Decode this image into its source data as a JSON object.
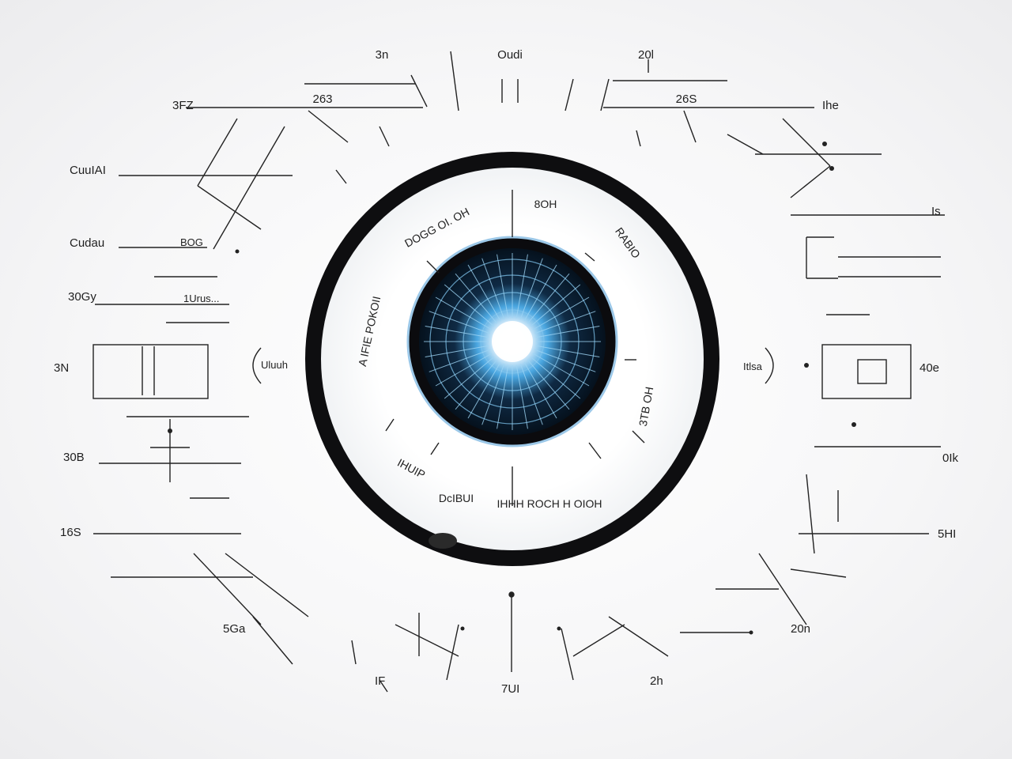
{
  "diagram": {
    "top_labels": {
      "top_left": "3n",
      "top_center": "Oudi",
      "top_right": "20l",
      "upper_left_bracket": "263",
      "upper_right_bracket": "26S"
    },
    "left_labels": {
      "l1": "3FZ",
      "l2": "CuuIAI",
      "l3": "Cudau",
      "l4": "30Gy",
      "l5": "3N",
      "l6": "30B",
      "l7": "16S",
      "l8": "5Ga",
      "inner_a": "1Urus...",
      "inner_b": "BOG",
      "left_mid_text": "Uluuh"
    },
    "right_labels": {
      "r1": "Ihe",
      "r2": "Is",
      "r3": "40e",
      "r4": "0Ik",
      "r5": "5HI",
      "r6": "20n",
      "right_mid_text": "Itlsa"
    },
    "bottom_labels": {
      "b_left": "IF",
      "b_center": "7UI",
      "b_right": "2h"
    },
    "ring": {
      "top_text": "8OH",
      "upper_left_text": "DOGG OI. OH",
      "left_text": "A IFIE POKOII",
      "lower_left_text": "IHUIP",
      "bottom_left_text": "DcIBUI",
      "bottom_text": "IHHH ROCH H OIOH",
      "right_text": "3TB OH",
      "upper_right_text": "RABIO"
    }
  }
}
